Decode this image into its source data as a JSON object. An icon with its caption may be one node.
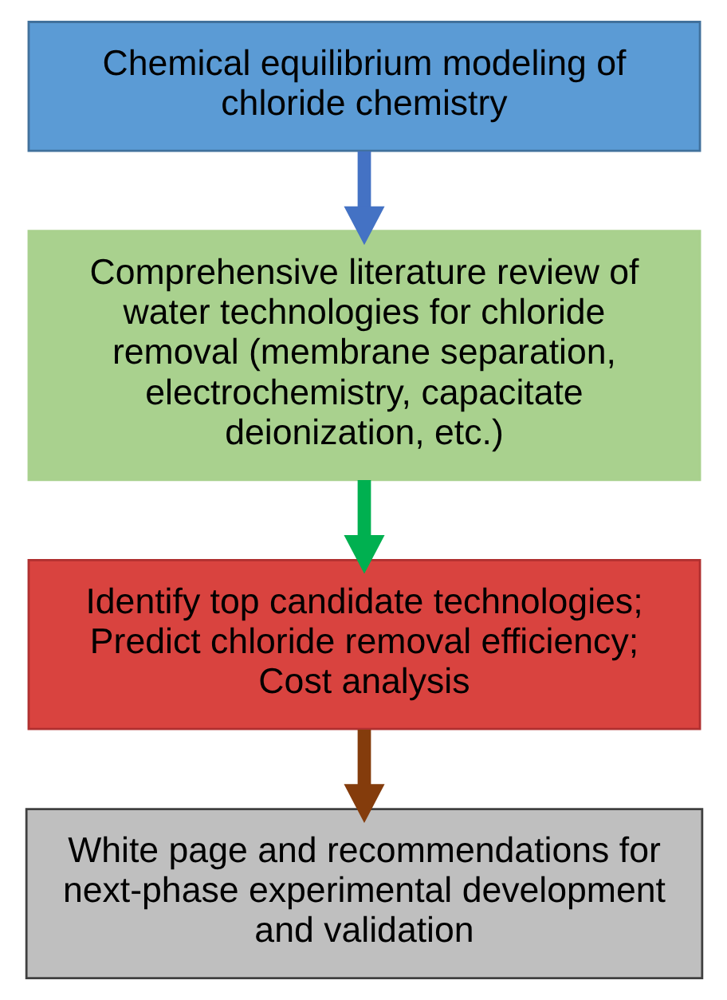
{
  "diagram": {
    "nodes": [
      {
        "text": [
          "Chemical equilibrium modeling of chloride chemistry"
        ]
      },
      {
        "text": [
          "Comprehensive literature review of water technologies for chloride removal (membrane separation, electrochemistry, capacitate deionization, etc.)"
        ]
      },
      {
        "text": [
          "Identify top candidate technologies; Predict chloride removal efficiency; Cost analysis"
        ]
      },
      {
        "text": [
          "White page and recommendations for next-phase experimental development and validation"
        ]
      }
    ],
    "edges": [
      {
        "from": 0,
        "to": 1,
        "arrow": "to",
        "color": "#4472c4"
      },
      {
        "from": 1,
        "to": 2,
        "arrow": "to",
        "color": "#00b050"
      },
      {
        "from": 2,
        "to": 3,
        "arrow": "to",
        "color": "#843c0c"
      }
    ]
  }
}
